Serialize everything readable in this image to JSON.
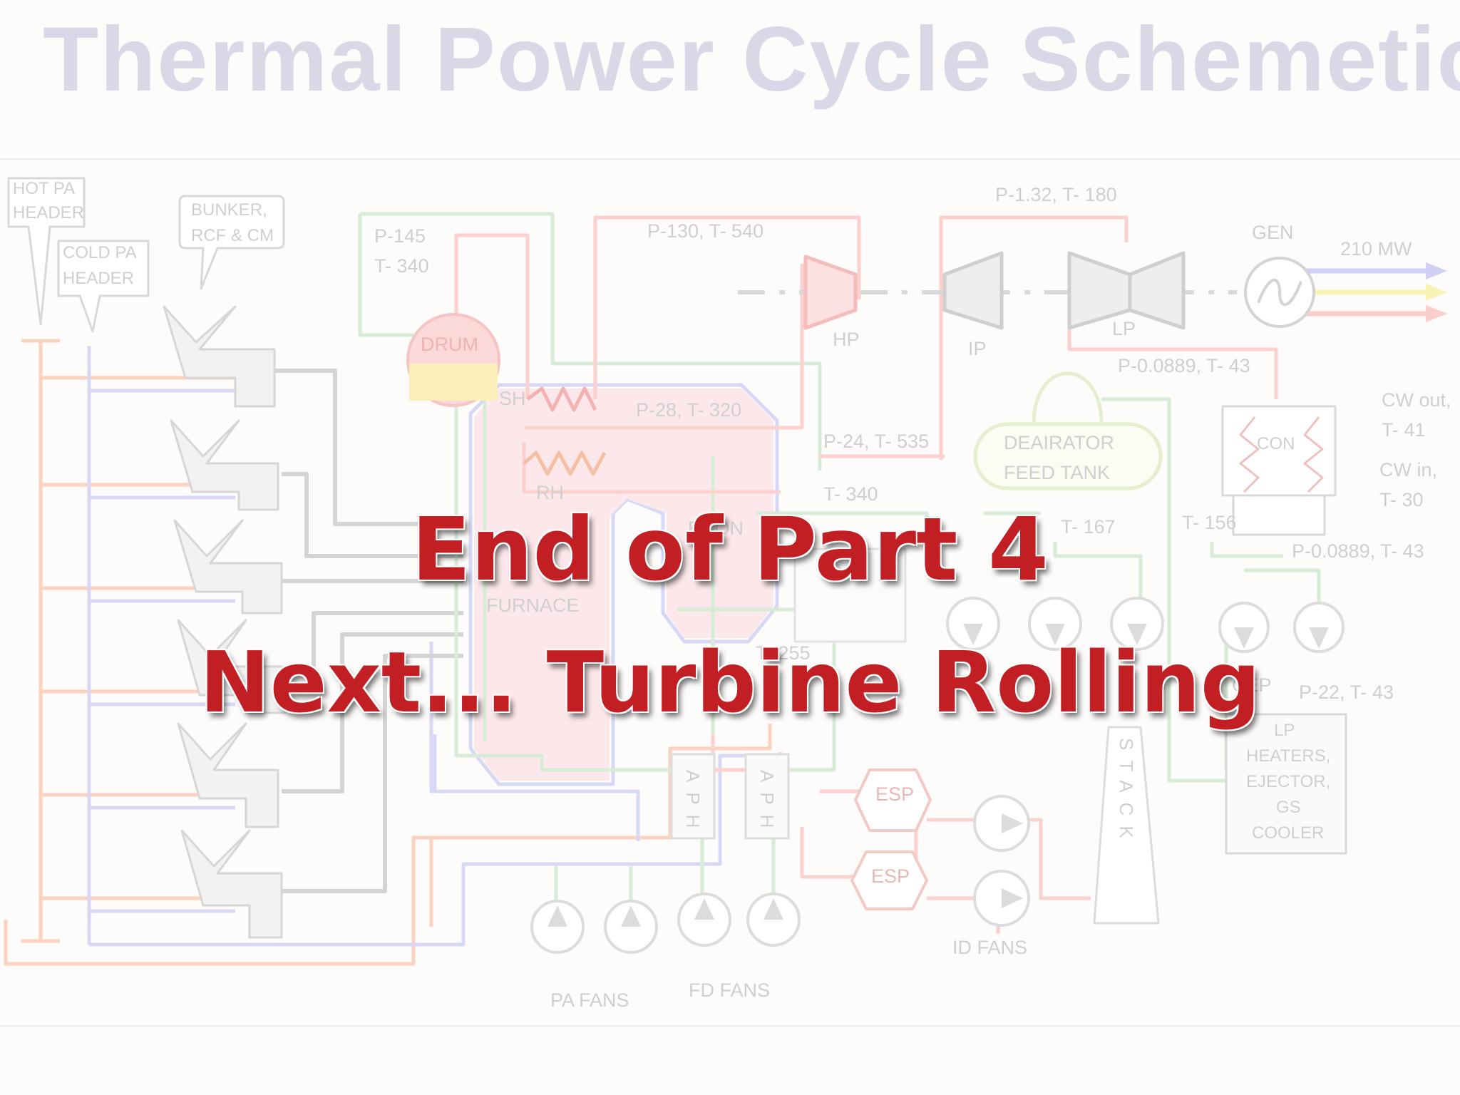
{
  "title": "Thermal Power Cycle Schemetic",
  "overlay": {
    "line1": "End of Part 4",
    "line2": "Next... Turbine Rolling"
  },
  "labels": {
    "hot_pa_1": "HOT PA",
    "hot_pa_2": "HEADER",
    "cold_pa_1": "COLD PA",
    "cold_pa_2": "HEADER",
    "bunker_1": "BUNKER,",
    "bunker_2": "RCF & CM",
    "drum": "DRUM",
    "sh": "SH",
    "rh": "RH",
    "furnace": "FURNACE",
    "econ": "ECON",
    "p145": "P-145",
    "t340a": "T- 340",
    "p130": "P-130, T- 540",
    "p132": "P-1.32, T- 180",
    "gen": "GEN",
    "mw": "210 MW",
    "hp": "HP",
    "ip": "IP",
    "lp": "LP",
    "p0889a": "P-0.0889, T- 43",
    "p28": "P-28, T- 320",
    "p24": "P-24, T- 535",
    "t340b": "T- 340",
    "dea_1": "DEAIRATOR",
    "dea_2": "FEED TANK",
    "t167": "T- 167",
    "t156": "T- 156",
    "con": "CON",
    "cw_out_1": "CW out,",
    "cw_out_2": "T- 41",
    "cw_in_1": "CW in,",
    "cw_in_2": "T- 30",
    "p0889b": "P-0.0889, T- 43",
    "t255": "T- 255",
    "cep": "CEP",
    "p22": "P-22, T- 43",
    "lp_heaters_1": "LP",
    "lp_heaters_2": "HEATERS,",
    "lp_heaters_3": "EJECTOR,",
    "lp_heaters_4": "GS",
    "lp_heaters_5": "COOLER",
    "aph": "APH",
    "esp": "ESP",
    "stack": "STACK",
    "id_fans": "ID FANS",
    "pa_fans": "PA FANS",
    "fd_fans": "FD FANS"
  }
}
